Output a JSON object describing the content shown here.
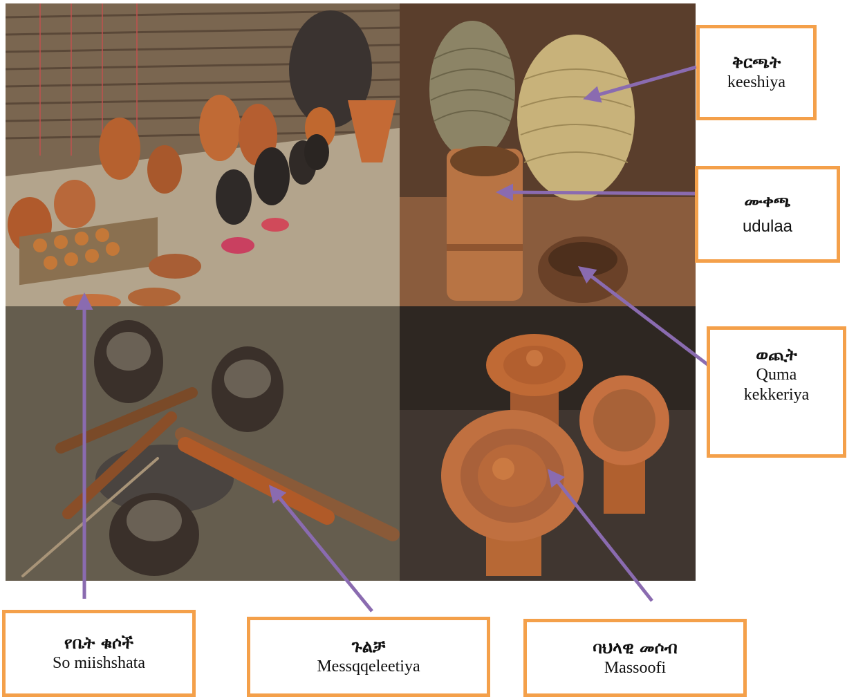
{
  "labels": {
    "keeshiya": {
      "amharic": "ቅርጫት",
      "latin": "keeshiya"
    },
    "udulaa": {
      "amharic": "ሙቀጫ",
      "latin": "udulaa"
    },
    "quma": {
      "amharic": "ወጪት",
      "latin_line1": "Quma",
      "latin_line2": "kekkeriya"
    },
    "so_miishshata": {
      "amharic": "የቤት ቁሶች",
      "latin": "So miishshata"
    },
    "messqqeleetiya": {
      "amharic": "ጉልቻ",
      "latin": "Messqqeleetiya"
    },
    "massoofi": {
      "amharic": "ባህላዊ መሶብ",
      "latin": "Massoofi"
    }
  },
  "colors": {
    "label_border": "#f4a04a",
    "arrow": "#8a6bb0"
  }
}
